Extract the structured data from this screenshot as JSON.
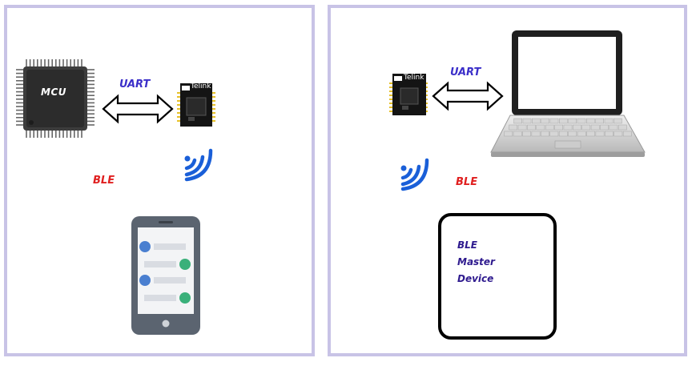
{
  "left_panel": {
    "mcu_label": "MCU",
    "link_label": "UART",
    "module_brand": "Telink",
    "wireless_label": "BLE"
  },
  "right_panel": {
    "module_brand": "Telink",
    "link_label": "UART",
    "wireless_label": "BLE",
    "master_device_lines": [
      "BLE",
      "Master",
      "Device"
    ]
  },
  "colors": {
    "panel_border": "#c8c3e6",
    "uart_text": "#3b2fc9",
    "ble_text": "#e02020",
    "master_text": "#2e1a8e",
    "wifi_blue": "#1a5fd8",
    "phone_dot_blue": "#4a7fd0",
    "phone_dot_green": "#3ab07a"
  },
  "icons": [
    "chip-icon",
    "double-arrow-icon",
    "ble-module-icon",
    "wireless-signal-icon",
    "smartphone-icon",
    "laptop-icon"
  ]
}
